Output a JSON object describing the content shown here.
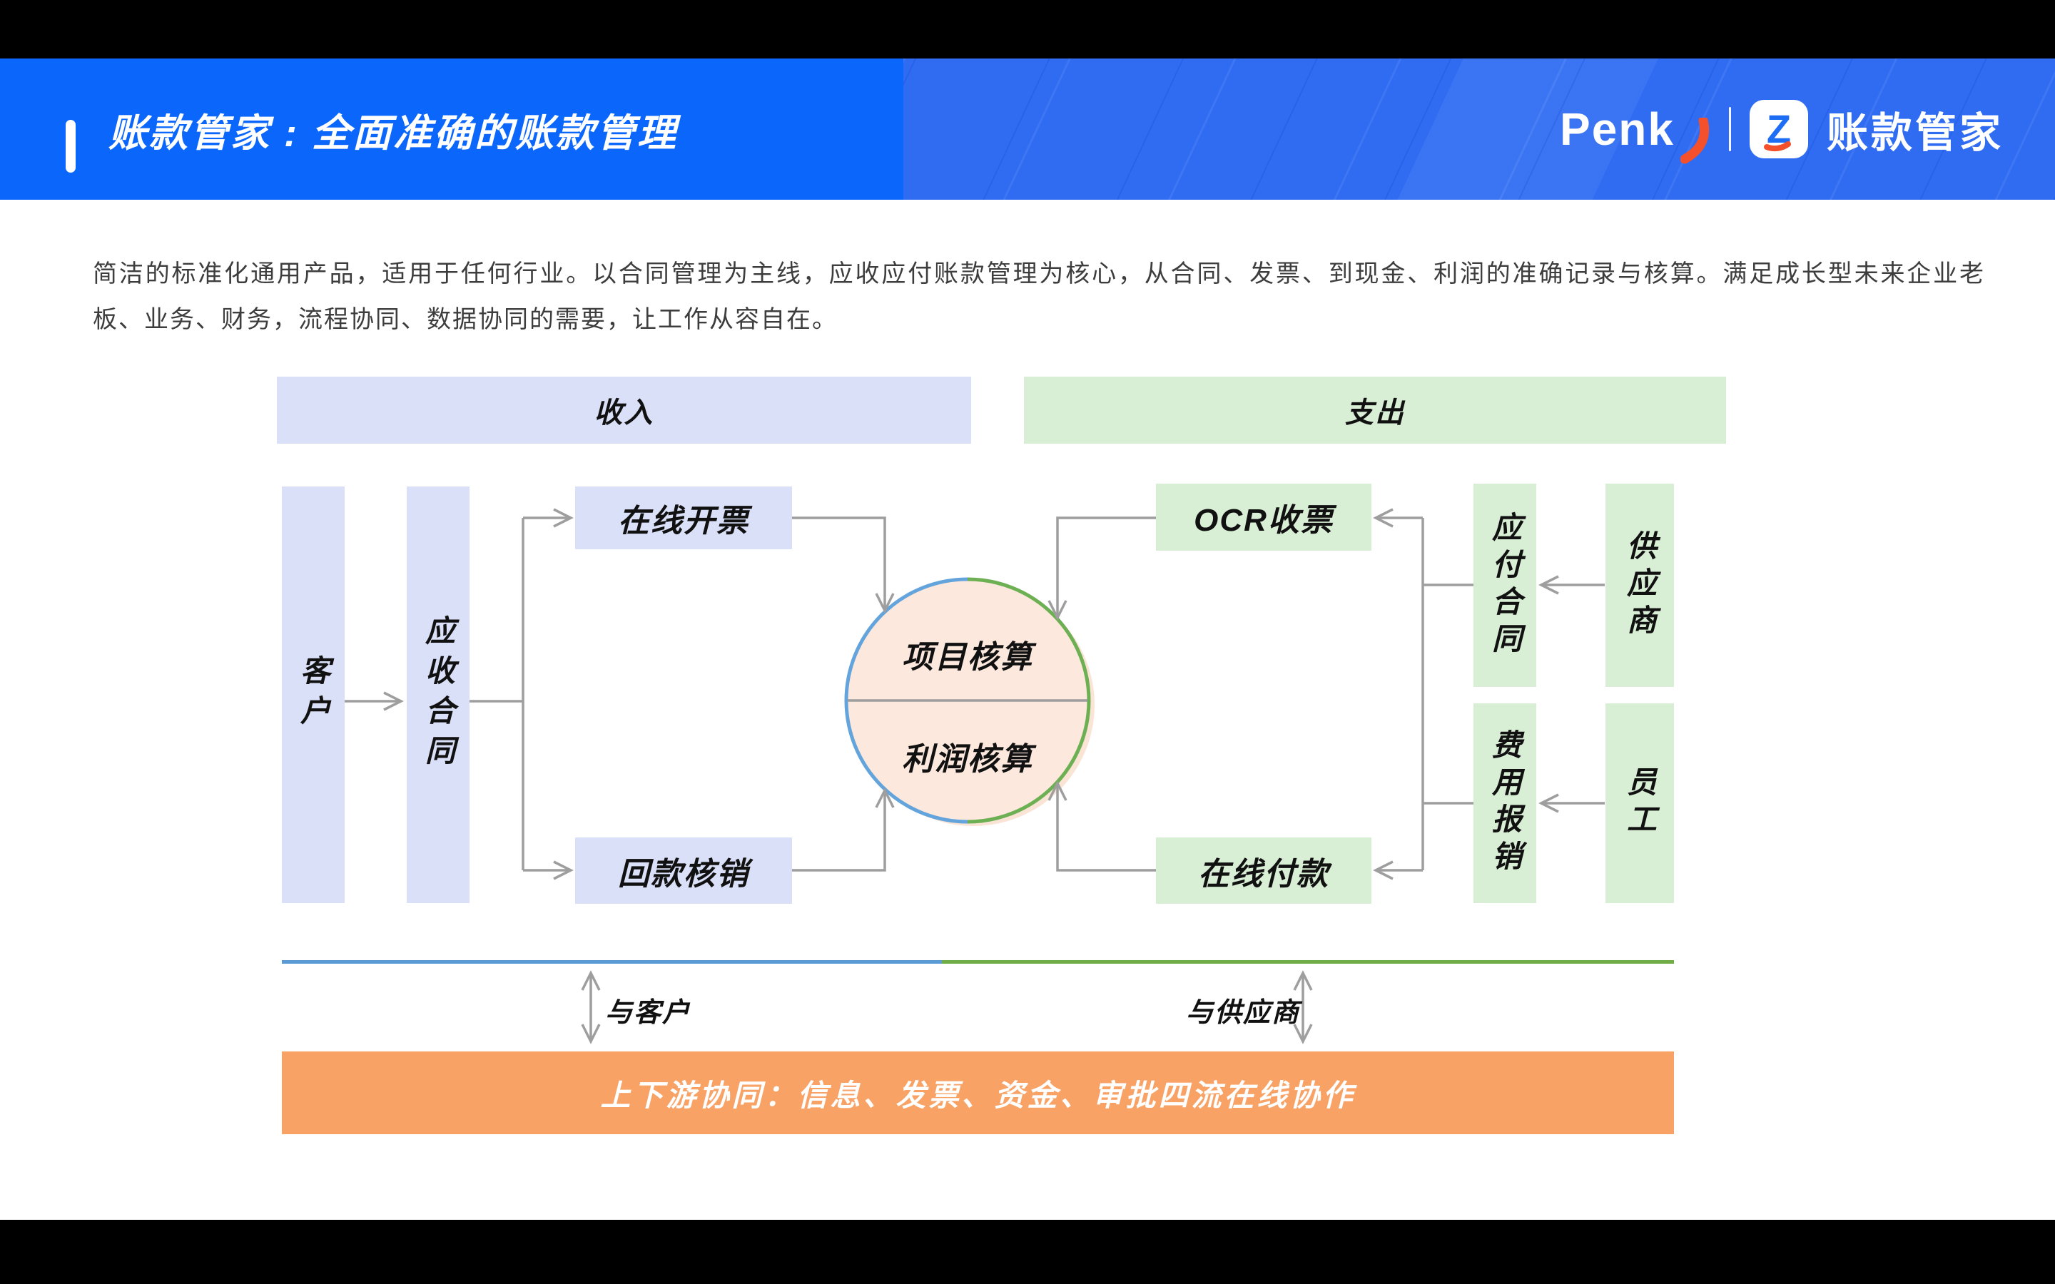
{
  "header": {
    "title": "账款管家 : 全面准确的账款管理",
    "logo": {
      "brand": "Penk",
      "badge_letter": "Z",
      "product": "账款管家"
    }
  },
  "intro": {
    "text": "简洁的标准化通用产品，适用于任何行业。以合同管理为主线，应收应付账款管理为核心，从合同、发票、到现金、利润的准确记录与核算。满足成长型未来企业老板、业务、财务，流程协同、数据协同的需要，让工作从容自在。"
  },
  "diagram": {
    "income_header": "收入",
    "expense_header": "支出",
    "customer": "客户",
    "ar_contract": "应收合同",
    "online_invoice": "在线开票",
    "payment_writeoff": "回款核销",
    "ocr_receipt": "OCR收票",
    "online_payment": "在线付款",
    "ap_contract": "应付合同",
    "expense_reimburse": "费用报销",
    "supplier": "供应商",
    "employee": "员工",
    "circle_top": "项目核算",
    "circle_bottom": "利润核算",
    "with_customer": "与客户",
    "with_supplier": "与供应商",
    "banner": "上下游协同：信息、发票、资金、审批四流在线协作"
  },
  "colors": {
    "header_blue_left": "#0b66fb",
    "header_blue_right": "#2f6cf2",
    "income_fill": "#dae0f8",
    "expense_fill": "#d8eed5",
    "circle_fill": "#fce8dc",
    "circle_arc_blue": "#64a4dc",
    "circle_arc_green": "#6db054",
    "connector_gray": "#9e9e9e",
    "baseline_blue": "#5b9bd5",
    "baseline_green": "#70ad47",
    "banner_orange": "#f8a266",
    "logo_accent_orange": "#f4502c"
  }
}
